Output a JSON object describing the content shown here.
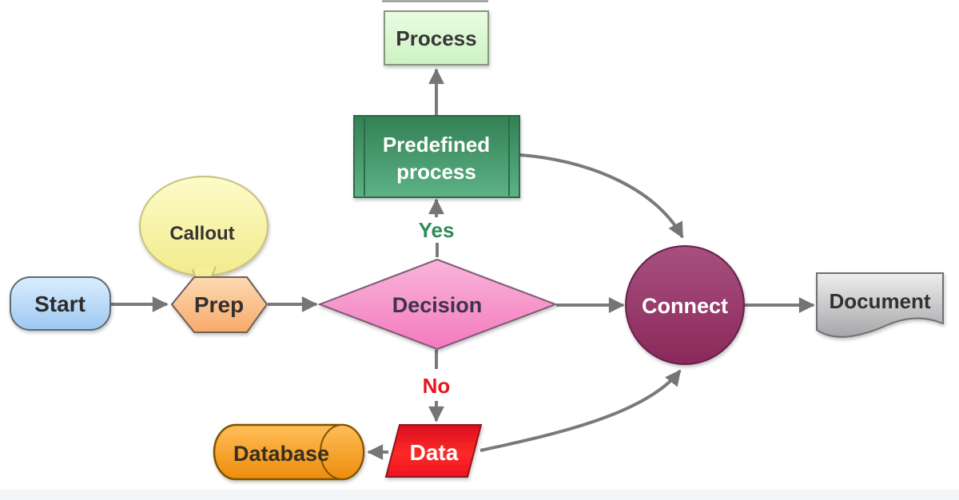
{
  "diagram": {
    "nodes": {
      "process": {
        "label": "Process",
        "shape": "rectangle",
        "fill": "#d8f6cf",
        "border": "#85977f",
        "text_color": "#363636"
      },
      "predefined_process": {
        "label_line1": "Predefined",
        "label_line2": "process",
        "shape": "predefined-process",
        "fill": "#45976c",
        "border": "#2a6c49",
        "text_color": "#ffffff"
      },
      "callout": {
        "label": "Callout",
        "shape": "callout-bubble",
        "fill": "#f8f3a0",
        "border": "#c6c27b",
        "text_color": "#363636"
      },
      "start": {
        "label": "Start",
        "shape": "terminator",
        "fill": "#bbdbf8",
        "border": "#5d6a76",
        "text_color": "#2d2d2d"
      },
      "prep": {
        "label": "Prep",
        "shape": "hexagon",
        "fill": "#fac28e",
        "border": "#6e6054",
        "text_color": "#33302d"
      },
      "decision": {
        "label": "Decision",
        "shape": "diamond",
        "fill": "#f796cb",
        "border": "#7c5a73",
        "text_color": "#3e3447"
      },
      "connect": {
        "label": "Connect",
        "shape": "circle",
        "fill": "#993b6c",
        "border": "#632349",
        "text_color": "#ffffff"
      },
      "document": {
        "label": "Document",
        "shape": "document",
        "fill": "#c9cacc",
        "border": "#6e6f71",
        "text_color": "#323232"
      },
      "data": {
        "label": "Data",
        "shape": "parallelogram",
        "fill": "#ee1c25",
        "border": "#90121a",
        "text_color": "#ffffff"
      },
      "database": {
        "label": "Database",
        "shape": "cylinder-horizontal",
        "fill": "#f89c21",
        "border": "#7d5300",
        "text_color": "#3a2f1d"
      }
    },
    "edge_labels": {
      "yes": {
        "text": "Yes",
        "color": "#2e8b57"
      },
      "no": {
        "text": "No",
        "color": "#e8141f"
      }
    },
    "edges": [
      "predefined_process -> process",
      "decision -> predefined_process (Yes)",
      "start -> prep",
      "prep -> decision",
      "decision -> connect",
      "connect -> document",
      "decision -> data (No)",
      "data -> database",
      "predefined_process -> connect",
      "data -> connect"
    ],
    "colors": {
      "arrow": "#7a7a7a",
      "background": "#ffffff",
      "page_bottom_edge": "#f3f5f8"
    }
  }
}
